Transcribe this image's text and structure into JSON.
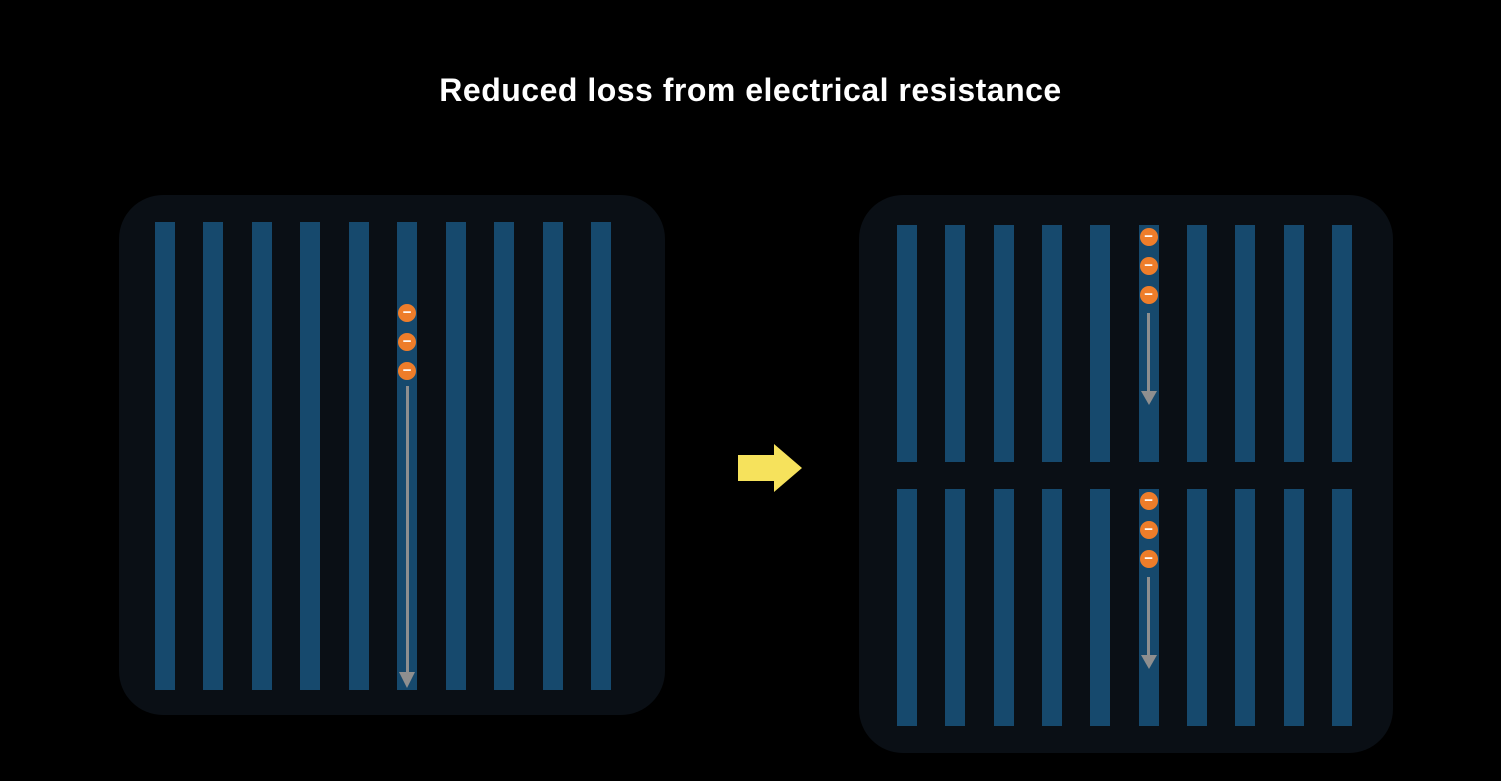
{
  "title": "Reduced loss from electrical resistance",
  "electron_symbol": "−",
  "colors": {
    "background": "#000000",
    "title_text": "#ffffff",
    "busbar": "#16496d",
    "electron_fill": "#ee7d2a",
    "electron_symbol_color": "#ffffff",
    "flow_arrow": "#8f8f8f",
    "transition_arrow": "#f6e25c",
    "panel_backdrop": "#0a0f15"
  },
  "panels": {
    "before": {
      "name": "full-length-cell",
      "rows": [
        {
          "bar_count": 10,
          "electron_count": 3
        }
      ]
    },
    "after": {
      "name": "half-cut-cell",
      "rows": [
        {
          "bar_count": 10,
          "electron_count": 3
        },
        {
          "bar_count": 10,
          "electron_count": 3
        }
      ]
    }
  }
}
